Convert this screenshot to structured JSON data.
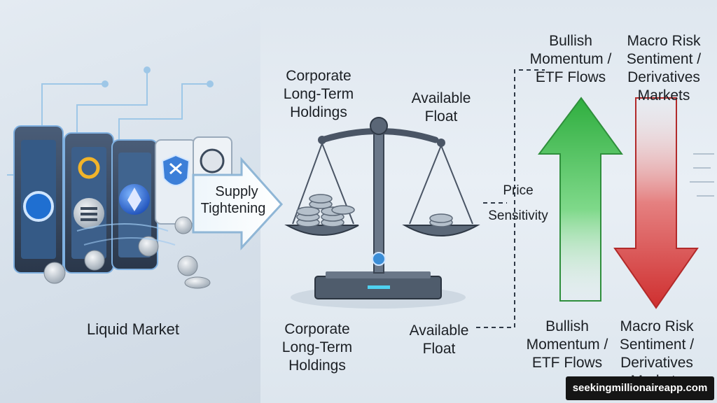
{
  "left_panel": {
    "title": "Liquid Market"
  },
  "flow_arrow": {
    "line1": "Supply",
    "line2": "Tightening"
  },
  "scale": {
    "top_left": [
      "Corporate",
      "Long-Term",
      "Holdings"
    ],
    "top_right": [
      "Available",
      "Float"
    ],
    "bottom_left": [
      "Corporate",
      "Long-Term",
      "Holdings"
    ],
    "bottom_right": [
      "Available",
      "Float"
    ]
  },
  "price": {
    "line1": "Price",
    "line2": "Sensitivity"
  },
  "up_factor": {
    "top": [
      "Bullish",
      "Momentum /",
      "ETF Flows"
    ],
    "bottom": [
      "Bullish",
      "Momentum /",
      "ETF Flows"
    ],
    "color": "#3fbf4f"
  },
  "down_factor": {
    "top": [
      "Macro Risk",
      "Sentiment /",
      "Derivatives",
      "Markets"
    ],
    "bottom": [
      "Macro Risk",
      "Sentiment /",
      "Derivatives",
      "Markets"
    ],
    "color": "#d93b3b"
  },
  "watermark": "seekingmillionaireapp.com"
}
